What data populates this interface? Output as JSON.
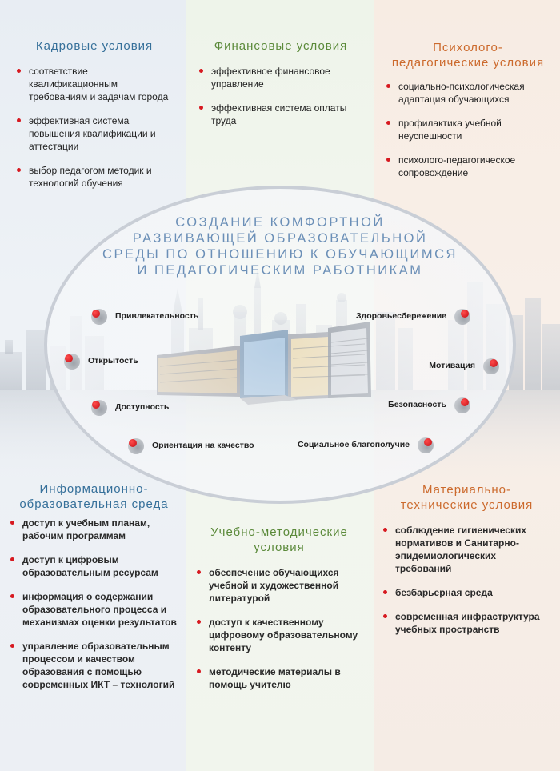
{
  "kadr": {
    "title": "Кадровые условия",
    "items": [
      "соответствие квалификационным требованиям и задачам города",
      "эффективная система повышения квалификации и аттестации",
      "выбор педагогом методик и технологий обучения"
    ]
  },
  "fin": {
    "title": "Финансовые условия",
    "items": [
      "эффективное финансовое управление",
      "эффективная система оплаты труда"
    ]
  },
  "psy": {
    "title_1": "Психолого-",
    "title_2": "педагогические условия",
    "items": [
      "социально-психологическая адаптация обучающихся",
      "профилактика учебной неуспешности",
      "психолого-педагогическое сопровождение"
    ]
  },
  "center": {
    "line_1": "СОЗДАНИЕ КОМФОРТНОЙ",
    "line_2": "РАЗВИВАЮЩЕЙ ОБРАЗОВАТЕЛЬНОЙ",
    "line_3": "СРЕДЫ ПО ОТНОШЕНИЮ К ОБУЧАЮЩИМСЯ",
    "line_4": "И ПЕДАГОГИЧЕСКИМ РАБОТНИКАМ"
  },
  "features": {
    "attractiveness": "Привлекательность",
    "openness": "Открытость",
    "accessibility": "Доступность",
    "quality": "Ориентация на качество",
    "health": "Здоровьесбережение",
    "motivation": "Мотивация",
    "safety": "Безопасность",
    "wellbeing": "Социальное благополучие"
  },
  "info": {
    "title_1": "Информационно-",
    "title_2": "образовательная среда",
    "items": [
      "доступ к учебным планам, рабочим программам",
      "доступ к цифровым образовательным ресурсам",
      "информация о содержании образовательного процесса и механизмах оценки результатов",
      "управление образовательным процессом и качеством образования с помощью современных ИКТ – технологий"
    ]
  },
  "metod": {
    "title_1": "Учебно-методические",
    "title_2": "условия",
    "items": [
      "обеспечение обучающихся учебной и художественной литературой",
      "доступ к качественному цифровому образовательному контенту",
      "методические материалы в помощь учителю"
    ]
  },
  "mat": {
    "title_1": "Материально-",
    "title_2": "технические условия",
    "items": [
      "соблюдение гигиенических нормативов и Санитарно-эпидемиологических требований",
      "безбарьерная среда",
      "современная инфраструктура учебных пространств"
    ]
  },
  "colors": {
    "title_blue": "#36709a",
    "title_green": "#5b8a3a",
    "title_orange": "#cc6a2d",
    "bullet_red": "#d71920",
    "center_title": "#6b8fb7"
  }
}
